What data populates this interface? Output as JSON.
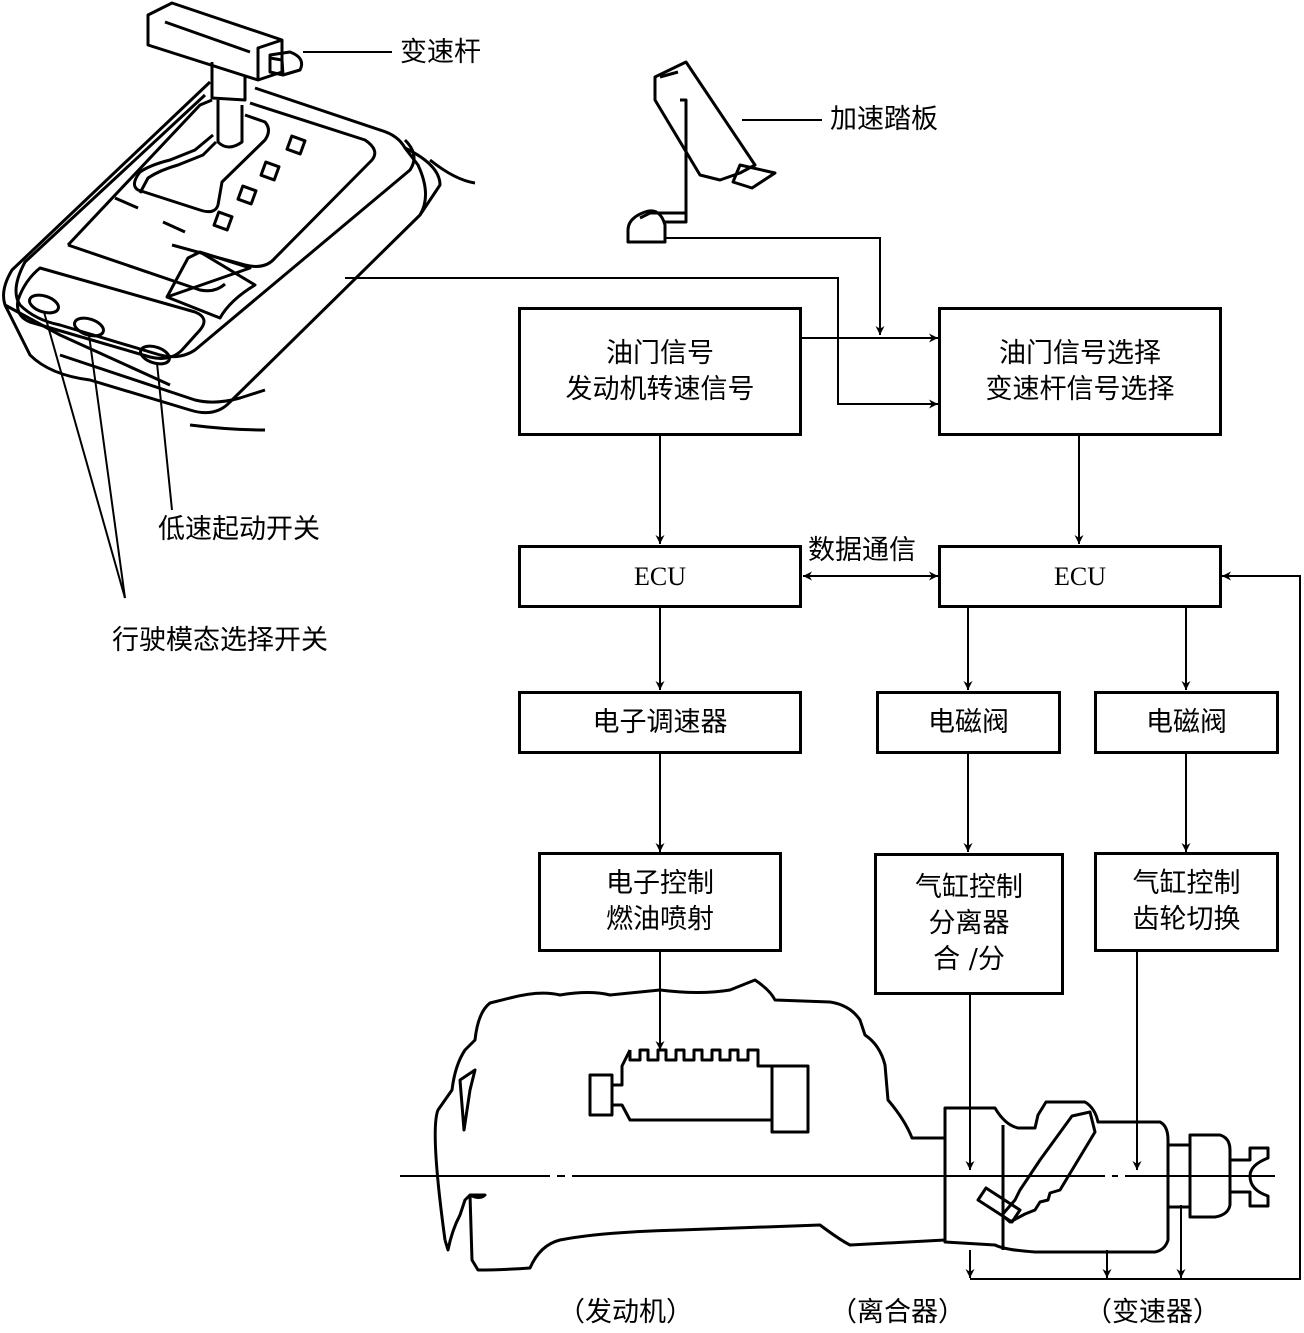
{
  "diagram": {
    "callouts": {
      "shift_lever": "变速杆",
      "accelerator_pedal": "加速踏板",
      "low_speed_start_switch": "低速起动开关",
      "drive_mode_select_switch": "行驶模态选择开关"
    },
    "boxes": {
      "engine_signals": "油门信号\n发动机转速信号",
      "signal_selection": "油门信号选择\n变速杆信号选择",
      "ecu_left": "ECU",
      "ecu_right": "ECU",
      "data_comm": "数据通信",
      "electronic_governor": "电子调速器",
      "solenoid_valve_1": "电磁阀",
      "solenoid_valve_2": "电磁阀",
      "fuel_injection": "电子控制\n燃油喷射",
      "clutch_cylinder": "气缸控制\n分离器\n合 /分",
      "gear_cylinder": "气缸控制\n齿轮切换"
    },
    "captions": {
      "engine": "（发动机）",
      "clutch": "（离合器）",
      "gearbox": "（变速器）"
    }
  }
}
